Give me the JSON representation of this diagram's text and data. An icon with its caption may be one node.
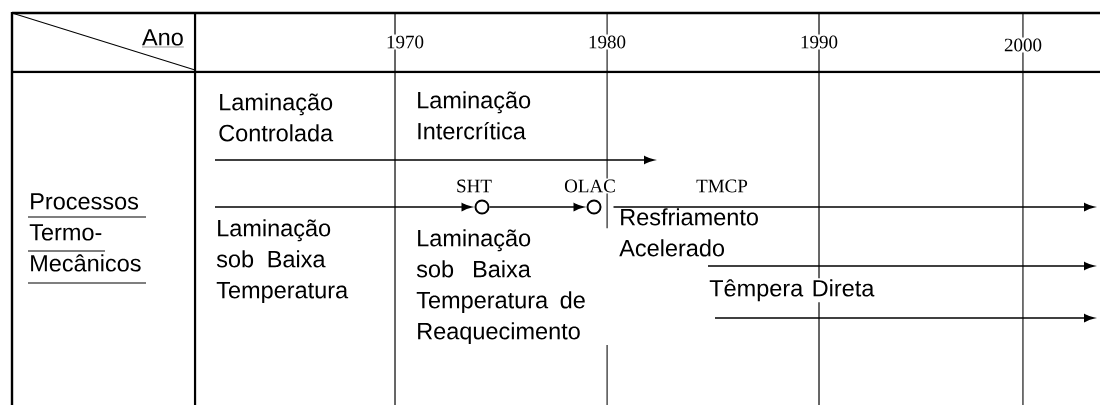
{
  "diagram": {
    "nodes": [
      {
        "text": [],
        "shape": "circle",
        "beside": [
          "SHT"
        ]
      },
      {
        "text": [],
        "shape": "circle",
        "beside": [
          "OLAC"
        ]
      }
    ],
    "edges": [
      {
        "from": null,
        "to": 0,
        "arrow": "to"
      },
      {
        "from": 0,
        "to": 1,
        "arrow": "to"
      },
      {
        "from": 1,
        "to": null,
        "arrow": "to"
      }
    ],
    "labels": [
      "Ano",
      "1970",
      "1980",
      "1990",
      "2000",
      "Laminação Controlada",
      "Laminação Intercrítica",
      "TMCP",
      "Processos Termo-Mecânicos",
      "Laminação sob Baixa Temperatura",
      "Laminação sob Baixa Temperatura de Reaquecimento",
      "Resfriamento Acelerado",
      "Têmpera Direta"
    ]
  }
}
